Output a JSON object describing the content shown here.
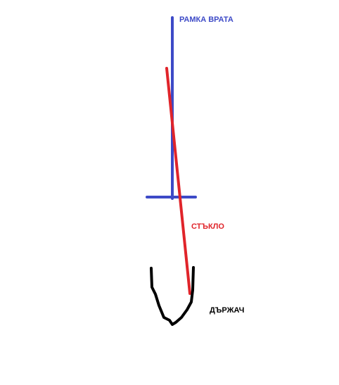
{
  "labels": {
    "door_frame": "РАМКА ВРАТА",
    "glass": "СТЪКЛО",
    "holder": "ДЪРЖАЧ"
  },
  "colors": {
    "door_frame": "#3d4ac7",
    "glass": "#e0242a",
    "holder": "#000000",
    "background": "#ffffff"
  }
}
